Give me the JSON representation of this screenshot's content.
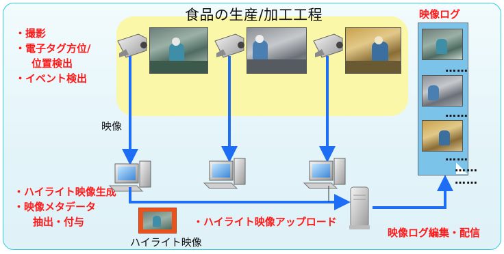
{
  "title": "食品の生産/加工工程",
  "top_left_labels": [
    "・撮影",
    "・電子タグ方位/",
    "位置検出",
    "・イベント検出"
  ],
  "video_label": "映像",
  "bottom_left_labels": [
    "・ハイライト映像生成",
    "・映像メタデータ",
    "抽出・付与"
  ],
  "highlight_upload_label": "・ハイライト映像アップロード",
  "highlight_video_label": "ハイライト映像",
  "video_log_title": "映像ログ",
  "video_log_edit_label": "映像ログ編集・配信",
  "dots": "……",
  "colors": {
    "accent_red": "#ff1a1a",
    "arrow_blue": "#1d6ef5",
    "panel_border": "#33ccd6"
  }
}
